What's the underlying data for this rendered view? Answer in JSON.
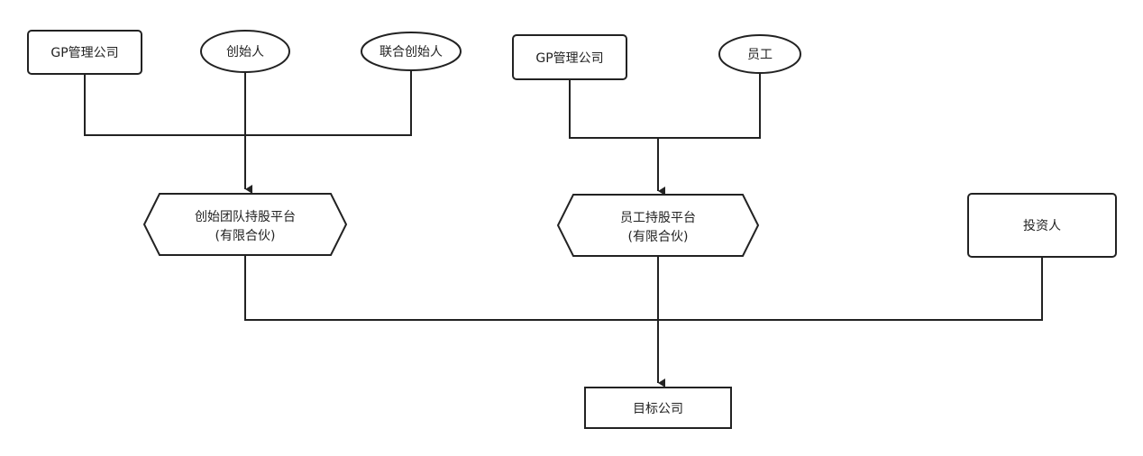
{
  "nodes": {
    "gp_company_1": "GP管理公司",
    "founder": "创始人",
    "co_founder": "联合创始人",
    "gp_company_2": "GP管理公司",
    "employees": "员工",
    "founder_platform": {
      "line1": "创始团队持股平台",
      "line2": "(有限合伙)"
    },
    "employee_platform": {
      "line1": "员工持股平台",
      "line2": "(有限合伙)"
    },
    "investor": "投资人",
    "target_company": "目标公司"
  }
}
